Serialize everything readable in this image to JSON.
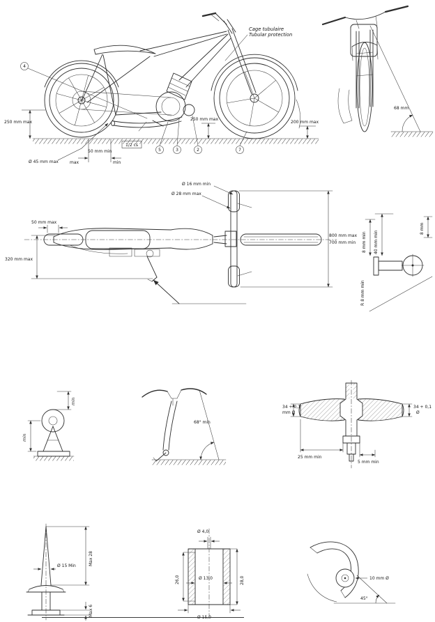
{
  "doc": {
    "paper": "#ffffff",
    "ink": "#2d2d2d"
  },
  "side_view": {
    "cage_fr": "Cage tubulaire",
    "cage_en": "Tubular protection",
    "dim_250_left": "250 mm max",
    "dim_250_mid": "250 mm max",
    "dim_200": "200 mm max",
    "dia_45": "Ø 45 mm max",
    "dim_50": "50 mm min",
    "max_label": "max",
    "min_label": "min",
    "half_cs": "1/2 cs",
    "callout_4": "4",
    "callout_5": "5",
    "callout_3": "3",
    "callout_2": "2",
    "callout_7": "7"
  },
  "front_view": {
    "dim_68": "68 mm"
  },
  "top_view": {
    "dia_16": "Ø 16 mm min",
    "dia_28": "Ø 28 mm max",
    "dim_50": "50 mm max",
    "dim_320": "320 mm max",
    "dim_800": "800 mm max",
    "dim_700": "700 mm min"
  },
  "bar_end": {
    "dim_8_min": "8 mm min",
    "dim_40_min": "40 mm min",
    "dim_8": "8 mm",
    "radius_8": "R 8 mm min"
  },
  "guard": {
    "min_top": "min",
    "min_left": "min"
  },
  "fork": {
    "angle_68": "68° min"
  },
  "hub": {
    "dia_left_value": "34 + 0,1",
    "dia_left_unit": "mm Ø",
    "dia_right_value": "34 + 0,1",
    "dia_right_unit": "Ø",
    "dim_25": "25 mm min",
    "dim_5": "5 mm min"
  },
  "spike": {
    "dia_15": "Ø 15 Min",
    "max_28": "Max 28",
    "max_6": "Max 6"
  },
  "sleeve": {
    "dia_4": "Ø  4,0",
    "dim_26": "26,0",
    "dia_13": "Ø 13,0",
    "dim_28": "28,0",
    "dia_15": "Ø 15,0"
  },
  "footrest": {
    "dia_10": "10 mm Ø",
    "angle_45": "45°"
  }
}
